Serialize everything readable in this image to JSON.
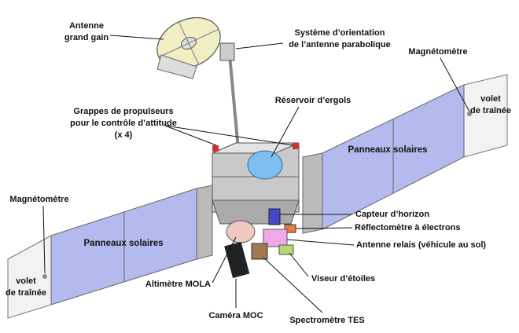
{
  "labels": {
    "hga_1": "Antenne",
    "hga_2": "grand gain",
    "gimbal_1": "Système d’orientation",
    "gimbal_2": "de l’antenne parabolique",
    "mag_right": "Magnétomètre",
    "flap_right_1": "volet",
    "flap_right_2": "de traînée",
    "thrusters_1": "Grappes de propulseurs",
    "thrusters_2": "pour le contrôle d’attitude",
    "thrusters_3": "(x 4)",
    "tank": "Réservoir d’ergols",
    "solar_right": "Panneaux solaires",
    "solar_left": "Panneaux solaires",
    "mag_left": "Magnétomètre",
    "flap_left_1": "volet",
    "flap_left_2": "de traînée",
    "horizon": "Capteur d’horizon",
    "reflectometer": "Réflectomètre à électrons",
    "relay": "Antenne  relais (véhicule au sol)",
    "star": "Viseur d’étoiles",
    "mola": "Altimètre MOLA",
    "moc": "Caméra MOC",
    "tes": "Spectromètre TES"
  },
  "colors": {
    "panel": "#b3bbee",
    "flap": "#f2f2f2",
    "dish": "#f2eec4",
    "body": "#c9c9c9"
  }
}
